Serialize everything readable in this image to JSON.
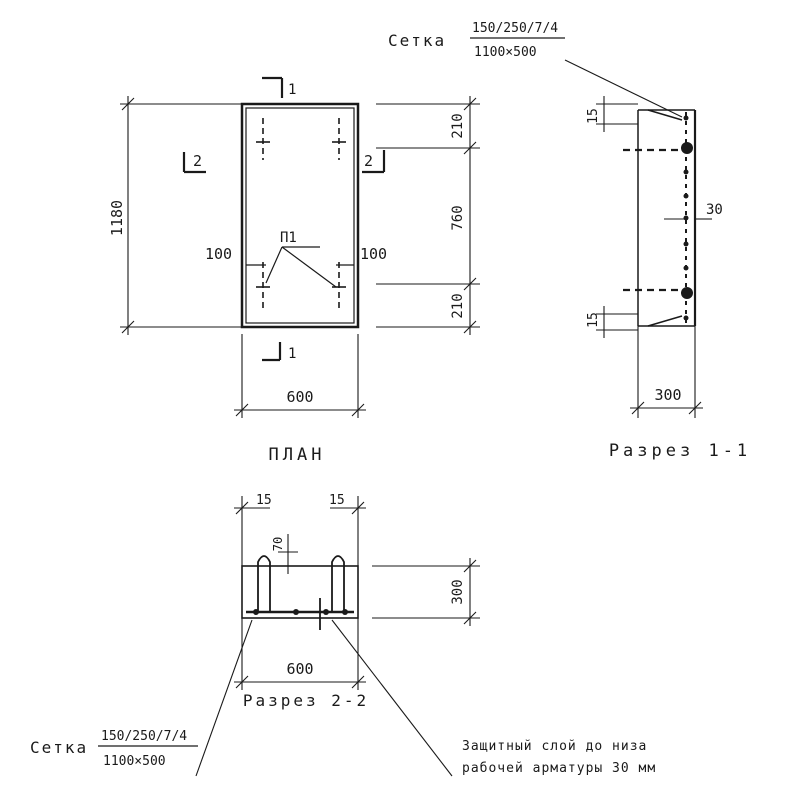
{
  "plan": {
    "title": "ПЛАН",
    "dim_total_height": "1180",
    "dim_top": "210",
    "dim_middle": "760",
    "dim_bottom": "210",
    "dim_width": "600",
    "dim_offset_left": "100",
    "dim_offset_right": "100",
    "loop_label": "П1",
    "section_mark_1": "1",
    "section_mark_2": "2"
  },
  "section_1_1": {
    "title": "Разрез 1-1",
    "dim_top_cover": "15",
    "dim_bottom_cover": "15",
    "dim_rebar_cover": "30",
    "dim_thickness": "300",
    "mesh_label": "Сетка",
    "mesh_spec_top": "150/250/7/4",
    "mesh_spec_bottom": "1100×500"
  },
  "section_2_2": {
    "title": "Разрез 2-2",
    "dim_left_cover": "15",
    "dim_right_cover": "15",
    "dim_loop_height": "70",
    "dim_thickness": "300",
    "dim_width": "600",
    "mesh_label": "Сетка",
    "mesh_spec_top": "150/250/7/4",
    "mesh_spec_bottom": "1100×500",
    "note_line_1": "Защитный слой до низа",
    "note_line_2": "рабочей арматуры 30 мм"
  }
}
